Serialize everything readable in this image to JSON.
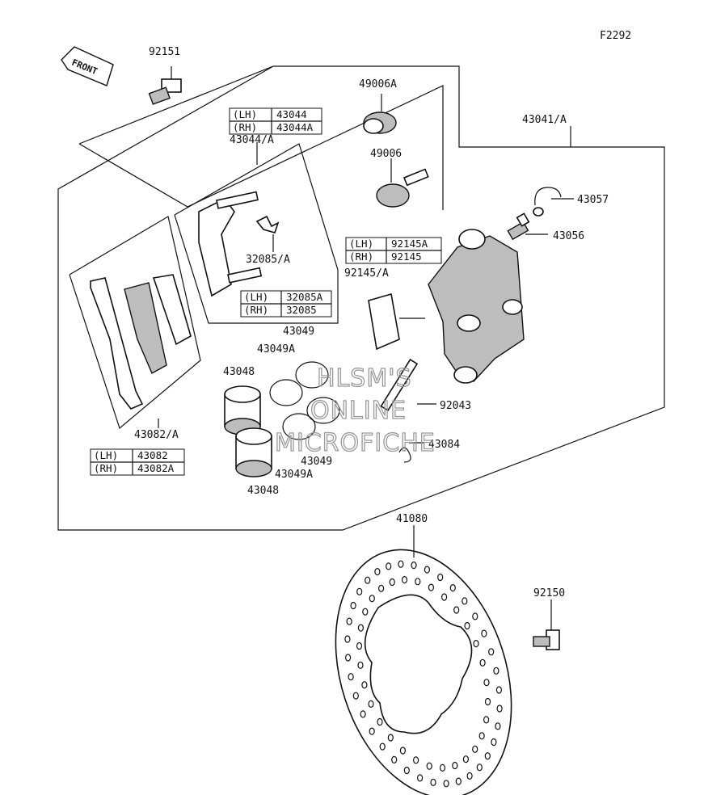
{
  "diagram_code": "F2292",
  "front_arrow_text": "FRONT",
  "labels": {
    "p92151": "92151",
    "p49006A": "49006A",
    "p43041A": "43041/A",
    "p43044A": "43044/A",
    "p49006": "49006",
    "p43057": "43057",
    "p43056": "43056",
    "p32085A": "32085/A",
    "p92145A": "92145/A",
    "p43049a": "43049",
    "p43049Aa": "43049A",
    "p43048a": "43048",
    "p92043": "92043",
    "p43084": "43084",
    "p43049b": "43049",
    "p43049Ab": "43049A",
    "p43048b": "43048",
    "p43082A": "43082/A",
    "p41080": "41080",
    "p92150": "92150"
  },
  "tables": {
    "t43044": {
      "rows": [
        {
          "side": "(LH)",
          "part": "43044"
        },
        {
          "side": "(RH)",
          "part": "43044A"
        }
      ]
    },
    "t92145": {
      "rows": [
        {
          "side": "(LH)",
          "part": "92145A"
        },
        {
          "side": "(RH)",
          "part": "92145"
        }
      ]
    },
    "t32085": {
      "rows": [
        {
          "side": "(LH)",
          "part": "32085A"
        },
        {
          "side": "(RH)",
          "part": "32085"
        }
      ]
    },
    "t43082": {
      "rows": [
        {
          "side": "(LH)",
          "part": "43082"
        },
        {
          "side": "(RH)",
          "part": "43082A"
        }
      ]
    }
  },
  "watermark": [
    "HLSM'S",
    "ONLINE",
    "MICROFICHE"
  ]
}
